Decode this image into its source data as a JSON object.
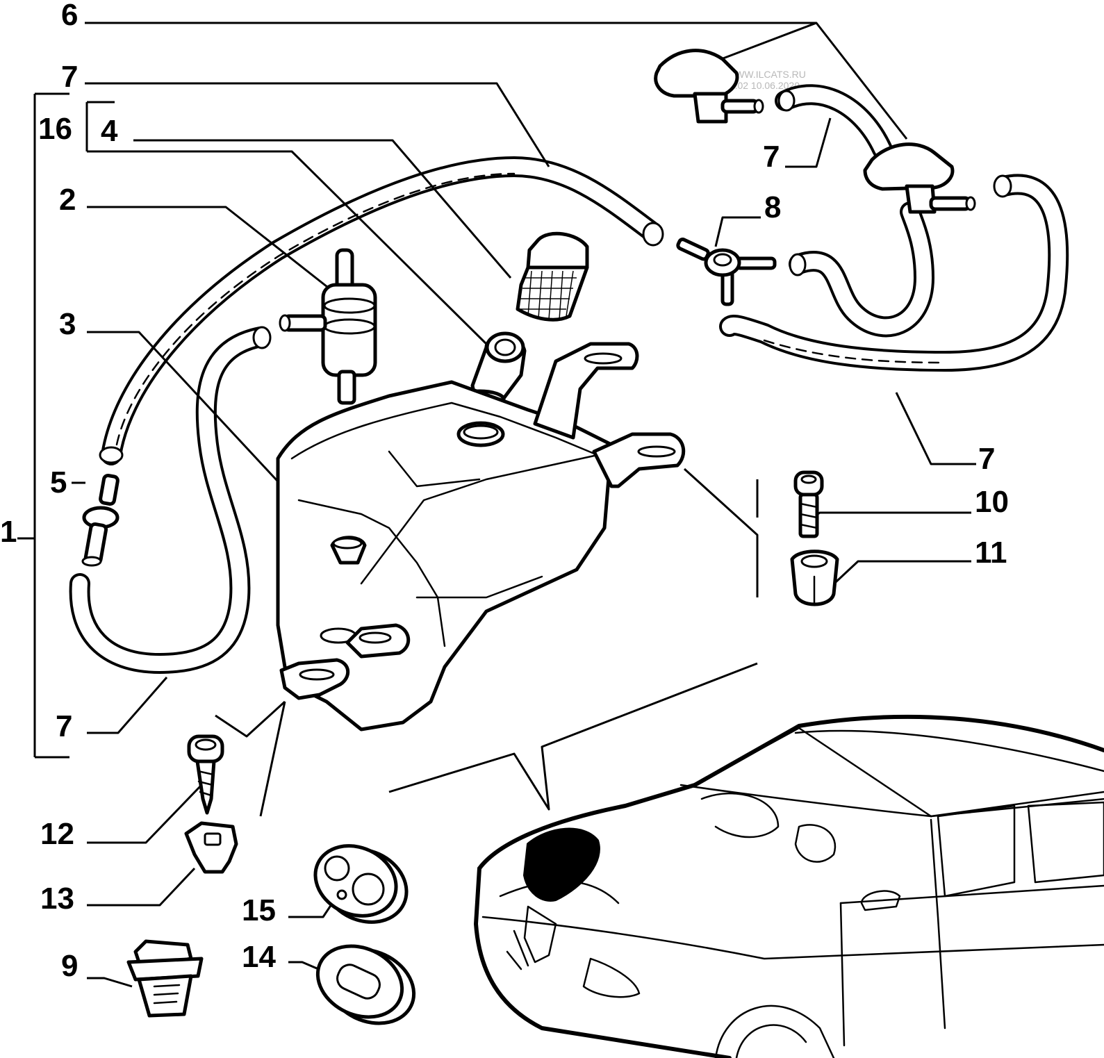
{
  "watermark": {
    "line1": "WWW.ILCATS.RU",
    "line2": "17:02 10.06.2020"
  },
  "callouts": [
    {
      "id": "c6",
      "text": "6"
    },
    {
      "id": "c7a",
      "text": "7"
    },
    {
      "id": "c16",
      "text": "16"
    },
    {
      "id": "c4",
      "text": "4"
    },
    {
      "id": "c2",
      "text": "2"
    },
    {
      "id": "c3",
      "text": "3"
    },
    {
      "id": "c5",
      "text": "5"
    },
    {
      "id": "c1",
      "text": "1"
    },
    {
      "id": "c7b",
      "text": "7"
    },
    {
      "id": "c7c",
      "text": "7"
    },
    {
      "id": "c8",
      "text": "8"
    },
    {
      "id": "c7d",
      "text": "7"
    },
    {
      "id": "c10",
      "text": "10"
    },
    {
      "id": "c11",
      "text": "11"
    },
    {
      "id": "c12",
      "text": "12"
    },
    {
      "id": "c13",
      "text": "13"
    },
    {
      "id": "c15",
      "text": "15"
    },
    {
      "id": "c14",
      "text": "14"
    },
    {
      "id": "c9",
      "text": "9"
    }
  ]
}
